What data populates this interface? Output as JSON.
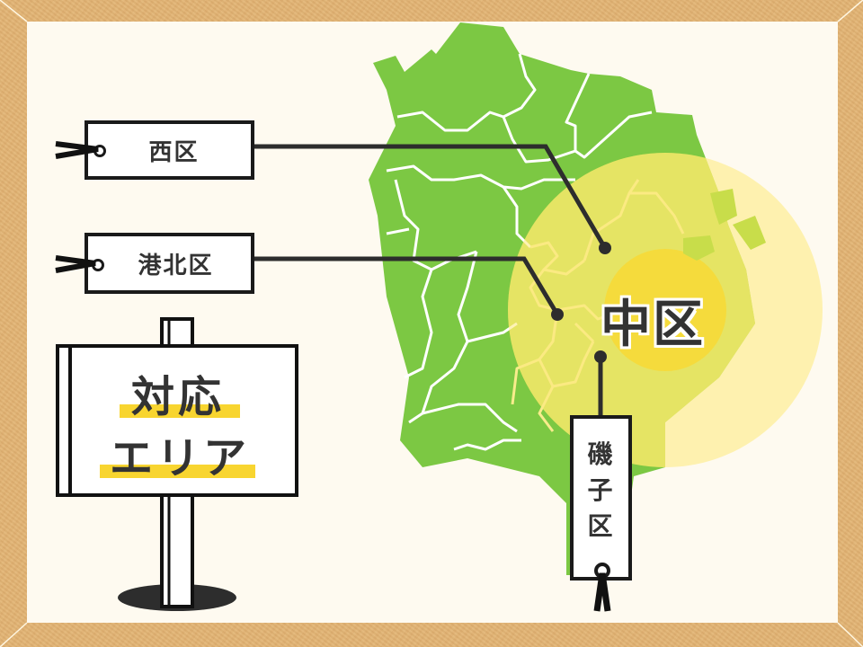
{
  "tags": {
    "west": {
      "label": "西区"
    },
    "kohoku": {
      "label": "港北区"
    },
    "isogo": {
      "label_chars": [
        "磯",
        "子",
        "区"
      ]
    }
  },
  "center_label": "中区",
  "signboard": {
    "line1": "対応",
    "line2": "エリア"
  },
  "colors": {
    "frame": "#e2b373",
    "board": "#fefaf0",
    "map_green": "#7cc843",
    "map_inner_green": "#c8dd4a",
    "outer_circle": "#fdeb8a",
    "inner_circle": "#f8d935",
    "highlight": "#f8d530",
    "ink": "#333333"
  }
}
